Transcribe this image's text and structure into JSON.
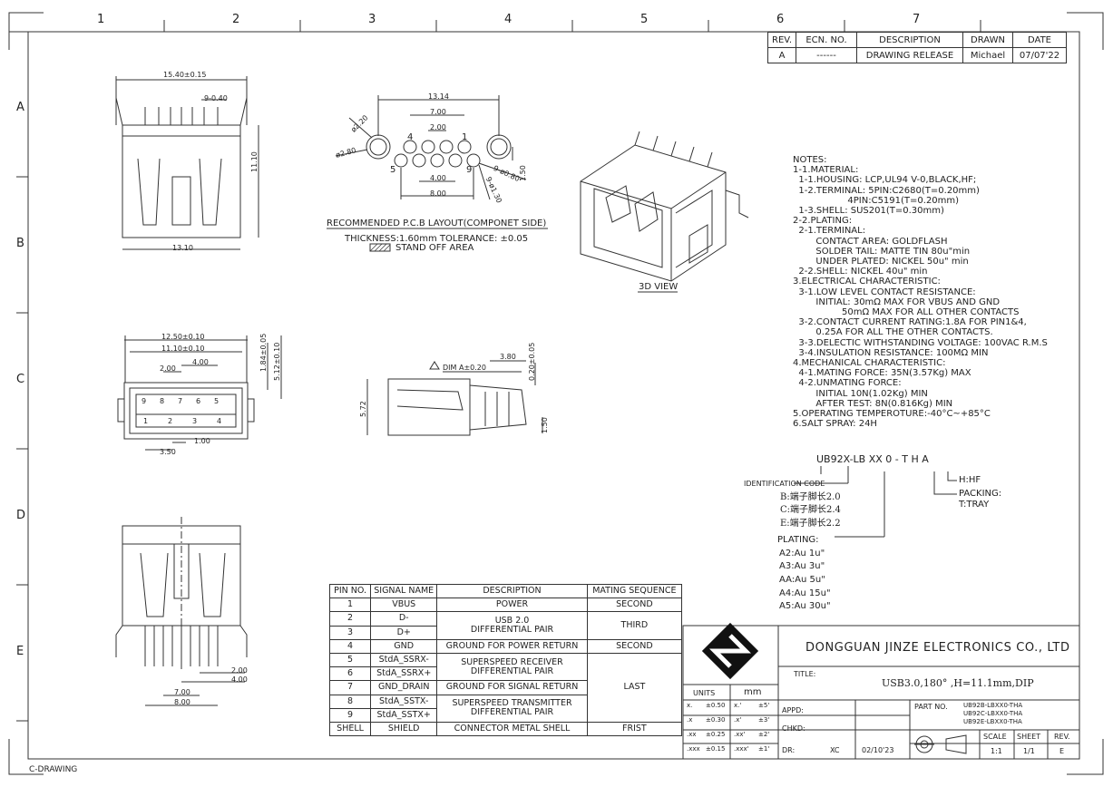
{
  "border": {
    "col_labels": [
      "1",
      "2",
      "3",
      "4",
      "5",
      "6",
      "7"
    ],
    "row_labels": [
      "A",
      "B",
      "C",
      "D",
      "E"
    ],
    "footer": "C-DRAWING"
  },
  "revision_table": {
    "headers": [
      "REV.",
      "ECN. NO.",
      "DESCRIPTION",
      "DRAWN",
      "DATE"
    ],
    "row": [
      "A",
      "------",
      "DRAWING RELEASE",
      "Michael",
      "07/07'22"
    ]
  },
  "views": {
    "front": {
      "dims": [
        "15.40±0.15",
        "9-0.40",
        "11.10",
        "13.10"
      ]
    },
    "pcb": {
      "dims": [
        "13.14",
        "7.00",
        "2.00",
        "4.00",
        "8.00",
        "ø2.20",
        "ø2.80",
        "9-ø0.80",
        "9-ø1.30",
        "1.50"
      ],
      "pin_numbers": [
        "4",
        "1",
        "5",
        "9"
      ],
      "title": "RECOMMENDED P.C.B LAYOUT(COMPONET SIDE)",
      "thickness": "THICKNESS:1.60mm TOLERANCE: ±0.05",
      "standoff": "STAND OFF AREA"
    },
    "iso_label": "3D VIEW",
    "face": {
      "dims": [
        "12.50±0.10",
        "11.10±0.10",
        "4.00",
        "2.00",
        "1.84±0.05",
        "5.12±0.10",
        "1.00",
        "3.50"
      ],
      "pins_top": [
        "9",
        "8",
        "7",
        "6",
        "5"
      ],
      "pins_bottom": [
        "1",
        "2",
        "3",
        "4"
      ]
    },
    "side": {
      "dims": [
        "DIM A±0.20",
        "3.80",
        "0.20±0.05",
        "5.72",
        "1.50"
      ]
    },
    "bottom": {
      "dims": [
        "2.00",
        "4.00",
        "7.00",
        "8.00"
      ]
    }
  },
  "notes": [
    "NOTES:",
    "1-1.MATERIAL:",
    "  1-1.HOUSING: LCP,UL94 V-0,BLACK,HF;",
    "  1-2.TERMINAL: 5PIN:C2680(T=0.20mm)",
    "                   4PIN:C5191(T=0.20mm)",
    "  1-3.SHELL: SUS201(T=0.30mm)",
    "2-2.PLATING:",
    "  2-1.TERMINAL:",
    "        CONTACT AREA: GOLDFLASH",
    "        SOLDER TAIL: MATTE TIN 80u\"min",
    "        UNDER PLATED: NICKEL 50u\" min",
    "  2-2.SHELL: NICKEL 40u\" min",
    "3.ELECTRICAL CHARACTERISTIC:",
    "  3-1.LOW LEVEL CONTACT RESISTANCE:",
    "        INITIAL: 30mΩ MAX FOR VBUS AND GND",
    "                 50mΩ MAX FOR ALL OTHER CONTACTS",
    "  3-2.CONTACT CURRENT RATING:1.8A FOR PIN1&4,",
    "        0.25A FOR ALL THE OTHER CONTACTS.",
    "  3-3.DELECTIC WITHSTANDING VOLTAGE: 100VAC R.M.S",
    "  3-4.INSULATION RESISTANCE: 100MΩ MIN",
    "4.MECHANICAL CHARACTERISTIC:",
    "  4-1.MATING FORCE: 35N(3.57Kg) MAX",
    "  4-2.UNMATING FORCE:",
    "        INITIAL 10N(1.02Kg) MIN",
    "        AFTER TEST: 8N(0.816Kg) MIN",
    "5.OPERATING TEMPEROTURE:-40°C~+85°C",
    "6.SALT SPRAY: 24H"
  ],
  "part_code": {
    "code": "UB92X-LB XX 0 - T H A",
    "identification_label": "IDENTIFICATION CODE",
    "identification": [
      "B:端子脚长2.0",
      "C:端子脚长2.4",
      "E:端子脚长2.2"
    ],
    "plating_label": "PLATING:",
    "plating": [
      "A2:Au 1u\"",
      "A3:Au 3u\"",
      "AA:Au 5u\"",
      "A4:Au 15u\"",
      "A5:Au 30u\""
    ],
    "hf": "H:HF",
    "packing": [
      "PACKING:",
      "T:TRAY"
    ]
  },
  "pin_table": {
    "headers": [
      "PIN NO.",
      "SIGNAL NAME",
      "DESCRIPTION",
      "MATING SEQUENCE"
    ],
    "rows": [
      [
        "1",
        "VBUS",
        "POWER",
        "SECOND"
      ],
      [
        "2",
        "D-",
        "USB 2.0",
        "THIRD"
      ],
      [
        "3",
        "D+",
        "DIFFERENTIAL PAIR",
        ""
      ],
      [
        "4",
        "GND",
        "GROUND FOR POWER RETURN",
        "SECOND"
      ],
      [
        "5",
        "StdA_SSRX-",
        "SUPERSPEED RECEIVER",
        "LAST"
      ],
      [
        "6",
        "StdA_SSRX+",
        "DIFFERENTIAL PAIR",
        ""
      ],
      [
        "7",
        "GND_DRAIN",
        "GROUND FOR SIGNAL RETURN",
        ""
      ],
      [
        "8",
        "StdA_SSTX-",
        "SUPERSPEED TRANSMITTER",
        ""
      ],
      [
        "9",
        "StdA_SSTX+",
        "DIFFERENTIAL PAIR",
        ""
      ],
      [
        "SHELL",
        "SHIELD",
        "CONNECTOR METAL SHELL",
        "FRIST"
      ]
    ]
  },
  "title_block": {
    "company": "DONGGUAN JINZE ELECTRONICS CO., LTD",
    "title_label": "TITLE:",
    "title": "USB3.0,180° ,H=11.1mm,DIP",
    "units_label": "UNITS",
    "units": "mm",
    "tolerances": [
      [
        "x.",
        "±0.50",
        "x.'",
        "±5'"
      ],
      [
        ".x",
        "±0.30",
        ".x'",
        "±3'"
      ],
      [
        ".xx",
        "±0.25",
        ".xx'",
        "±2'"
      ],
      [
        ".xxx",
        "±0.15",
        ".xxx'",
        "±1'"
      ]
    ],
    "appd": "APPD:",
    "chkd": "CHKD:",
    "dr_label": "DR:",
    "dr": "XC",
    "date": "02/10'23",
    "part_no_label": "PART NO.",
    "part_nos": [
      "UB92B-LBXX0-THA",
      "UB92C-LBXX0-THA",
      "UB92E-LBXX0-THA"
    ],
    "scale_label": "SCALE",
    "sheet_label": "SHEET",
    "rev_label": "REV.",
    "scale": "1:1",
    "sheet": "1/1",
    "rev": "E"
  }
}
